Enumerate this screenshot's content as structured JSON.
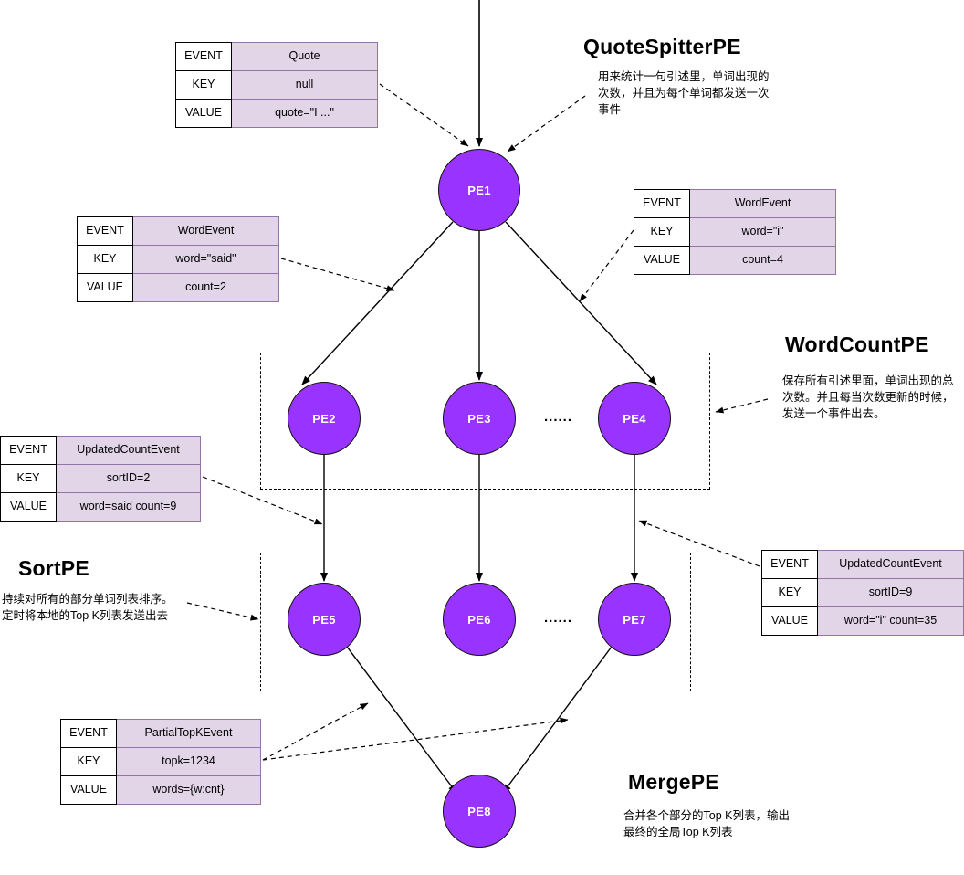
{
  "diagram": {
    "title_nodes": [
      {
        "id": "quote-spitter",
        "label": "QuoteSpitterPE",
        "note": "用来统计一句引述里，单词出现的\n次数，并且为每个单词都发送一次\n事件"
      },
      {
        "id": "word-count",
        "label": "WordCountPE",
        "note": "保存所有引述里面，单词出现的总\n次数。并且每当次数更新的时候，\n发送一个事件出去。"
      },
      {
        "id": "sort",
        "label": "SortPE",
        "note": "持续对所有的部分单词列表排序。\n定时将本地的Top K列表发送出去"
      },
      {
        "id": "merge",
        "label": "MergePE",
        "note": "合并各个部分的Top K列表，输出\n最终的全局Top K列表"
      }
    ],
    "row_labels": {
      "event": "EVENT",
      "key": "KEY",
      "value": "VALUE"
    },
    "ellipsis": "......",
    "nodes": [
      {
        "id": "pe1",
        "label": "PE1"
      },
      {
        "id": "pe2",
        "label": "PE2"
      },
      {
        "id": "pe3",
        "label": "PE3"
      },
      {
        "id": "pe4",
        "label": "PE4"
      },
      {
        "id": "pe5",
        "label": "PE5"
      },
      {
        "id": "pe6",
        "label": "PE6"
      },
      {
        "id": "pe7",
        "label": "PE7"
      },
      {
        "id": "pe8",
        "label": "PE8"
      }
    ],
    "event_tables": [
      {
        "id": "quote-event",
        "event": "Quote",
        "key": "null",
        "value": "quote=\"I ...\""
      },
      {
        "id": "word-event-i",
        "event": "WordEvent",
        "key": "word=\"i\"",
        "value": "count=4"
      },
      {
        "id": "word-event-said",
        "event": "WordEvent",
        "key": "word=\"said\"",
        "value": "count=2"
      },
      {
        "id": "updated-count-2",
        "event": "UpdatedCountEvent",
        "key": "sortID=2",
        "value": "word=said count=9"
      },
      {
        "id": "updated-count-9",
        "event": "UpdatedCountEvent",
        "key": "sortID=9",
        "value": "word=\"i\" count=35"
      },
      {
        "id": "partial-topk",
        "event": "PartialTopKEvent",
        "key": "topk=1234",
        "value": "words={w:cnt}"
      }
    ],
    "colors": {
      "node_fill": "#9933ff",
      "node_text": "#ffffff",
      "table_value_fill": "#e1d5e7",
      "table_value_border": "#9673a6",
      "line": "#000000"
    }
  }
}
